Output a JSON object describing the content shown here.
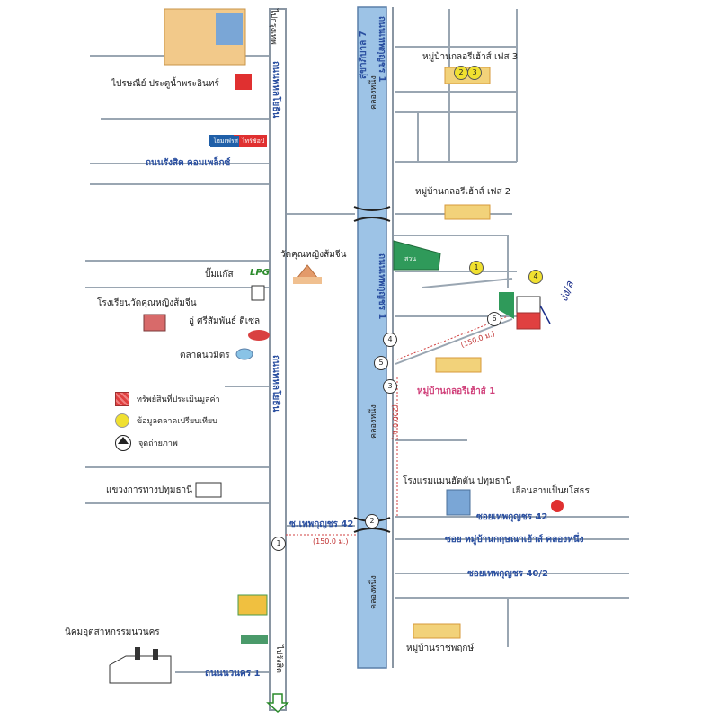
{
  "roads": {
    "phahonyothin_top": "ถนนพหลโยธิน",
    "phahonyothin_mid": "ถนนพหลโยธิน",
    "to_bangkok": "ไปกรุงเทพ",
    "to_rangsit": "ไปรังสิต",
    "sukhaphiban7": "สุขาภิบาล 7",
    "khlong_nueng_top": "คลองหนึ่ง",
    "khlong_nueng_mid": "คลองหนึ่ง",
    "khlong_nueng_low": "คลองหนึ่ง",
    "phutthanimit_top": "ถนนเทพกุญชร 1",
    "phutthanimit_mid": "ถนนเทพกุญชร 1",
    "rangsit_complex": "ถนนรังสิต คอมเพล็กซ์",
    "soi42_left": "ซ.เทพกุญชร 42",
    "soi42_right": "ซอยเทพกุญชร 42",
    "soi_krit": "ซอย หมู่บ้านกฤษณาเฮ้าส์ คลองหนึ่ง",
    "soi40_2": "ซอยเทพกุญชร 40/2",
    "nawanakhon1": "ถนนนวนคร 1"
  },
  "distances": {
    "d1": "(150.0 ม.)",
    "d2": "(200.0 ม.)",
    "d3": "(150.0 ม.)"
  },
  "places": {
    "post_office": "ไปรษณีย์ ประตูน้ำพระอินทร์",
    "glory3": "หมู่บ้านกลอรีเฮ้าส์ เฟส 3",
    "glory2": "หมู่บ้านกลอรีเฮ้าส์ เฟส 2",
    "glory1": "หมู่บ้านกลอรีเฮ้าส์ 1",
    "wat": "วัดคุณหญิงส้มจีน",
    "gas": "ปั๊มแก๊ส",
    "school": "โรงเรียนวัดคุณหญิงส้มจีน",
    "garage": "อู่ ศรีสัมพันธ์ ดีเซล",
    "market": "ตลาดนวมิตร",
    "highways": "แขวงการทางปทุมธานี",
    "hotel": "โรงแรมแมนฮัตตัน ปทุมธานี",
    "restaurant": "เฮือนลาบเป็นยโสธร",
    "ratchaphruek": "หมู่บ้านราชพฤกษ์",
    "navanakorn": "นิคมอุตสาหกรรมนวนคร",
    "park_label": "สวน",
    "shop_brand_a": "โฮมเฟรส",
    "shop_brand_b": "ไทร์ช้อป",
    "gas_brand": "LPG"
  },
  "legend": {
    "property": "ทรัพย์สินที่ประเมินมูลค่า",
    "comparables": "ข้อมูลตลาดเปรียบเทียบ",
    "photo_points": "จุดถ่ายภาพ"
  },
  "markers": {
    "photo": [
      "1",
      "2",
      "3",
      "4",
      "5",
      "6"
    ],
    "comp": [
      "1",
      "2",
      "3",
      "4"
    ]
  },
  "signature": "ง่ง/ล",
  "colors": {
    "canal": "#9dc3e6",
    "road": "#9aa6b2",
    "park": "#2f9a5a",
    "property": "#e04040",
    "comp": "#f0e030"
  }
}
